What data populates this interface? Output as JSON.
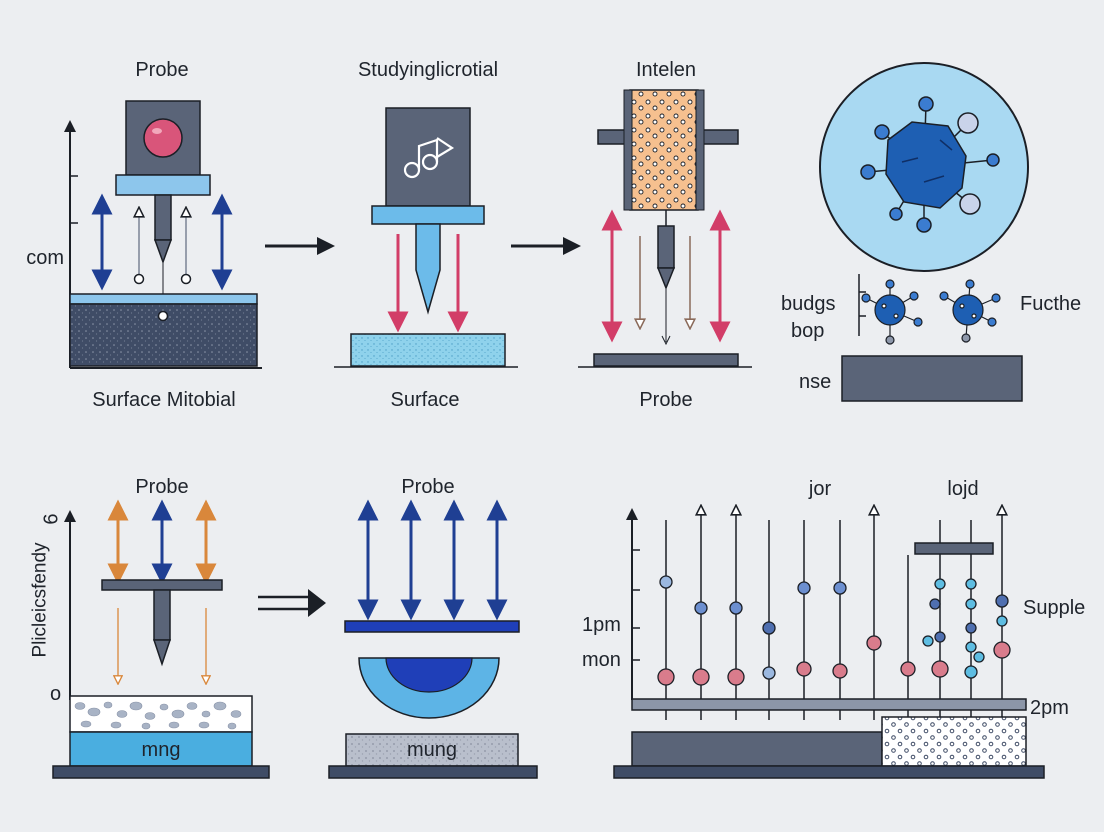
{
  "top_row": {
    "panel1": {
      "title": "Probe",
      "caption": "Surface Mitobial",
      "axis_label": "com"
    },
    "panel2": {
      "title": "Studyinglicrotial",
      "caption": "Surface"
    },
    "panel3": {
      "title": "Intelen",
      "caption": "Probe"
    },
    "panel4": {
      "label_left_1": "budgs",
      "label_left_2": "bop",
      "label_right": "Fucthe",
      "label_base": "nse"
    }
  },
  "bottom_row": {
    "panel5": {
      "title": "Probe",
      "axis_label": "Plicleicsfendy",
      "axis_top": "6",
      "axis_bottom": "o",
      "layer_label": "mng"
    },
    "panel6": {
      "title": "Probe",
      "layer_label": "mung"
    },
    "panel7": {
      "title_1": "jor",
      "title_2": "lojd",
      "tick_1": "1pm",
      "tick_2": "mon",
      "label_right": "Supple",
      "label_rail": "2pm"
    }
  },
  "colors": {
    "navy_arrow": "#1f3f93",
    "pink_arrow": "#d23d68",
    "orange_arrow": "#d9873b",
    "light_blue": "#5db4e6",
    "slate": "#5a6478",
    "bead_pink": "#d97c8c",
    "bead_blue": "#9bb8e0"
  },
  "icons": [
    "probe-tip-icon",
    "signal-icon",
    "molecule-icon",
    "arrow-right-icon",
    "double-arrow-icon"
  ]
}
